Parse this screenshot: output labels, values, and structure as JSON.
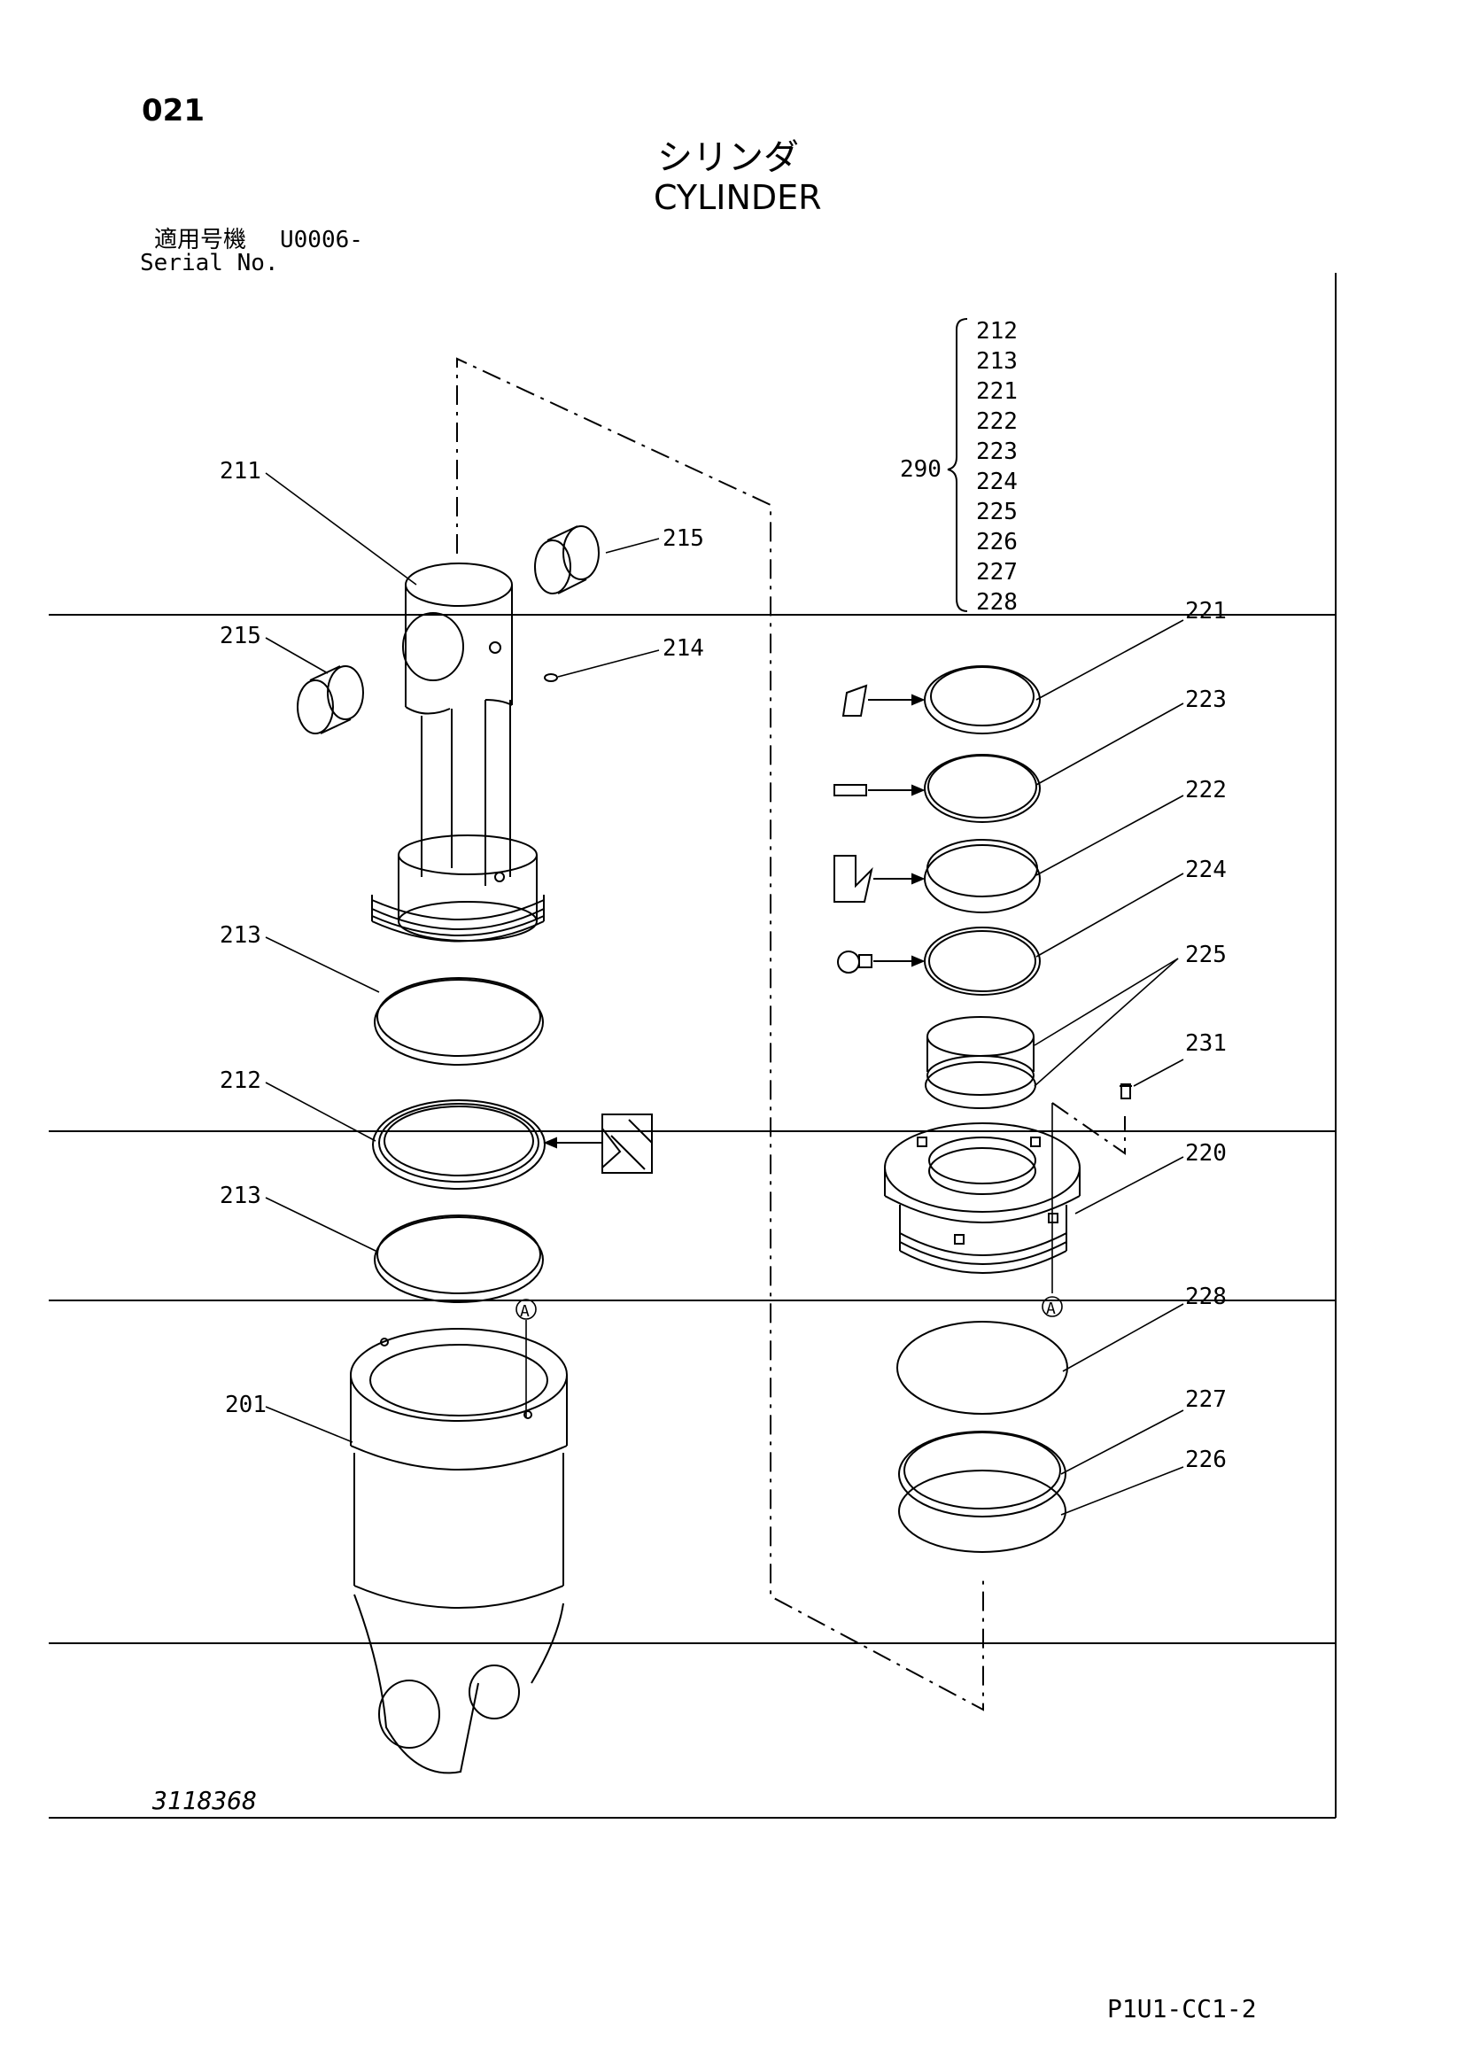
{
  "header": {
    "page_number": "021",
    "title_jp": "シリンダ",
    "title_en": "CYLINDER",
    "serial_label_jp": "適用号機",
    "serial_value": "U0006-",
    "serial_label_en": "Serial No."
  },
  "kit": {
    "number": "290",
    "members": [
      "212",
      "213",
      "221",
      "222",
      "223",
      "224",
      "225",
      "226",
      "227",
      "228"
    ]
  },
  "callouts": {
    "c211": "211",
    "c215a": "215",
    "c215b": "215",
    "c214": "214",
    "c213a": "213",
    "c212": "212",
    "c213b": "213",
    "c201": "201",
    "c221": "221",
    "c223": "223",
    "c222": "222",
    "c224": "224",
    "c225": "225",
    "c231": "231",
    "c220": "220",
    "c228": "228",
    "c227": "227",
    "c226": "226",
    "marker_a1": "A",
    "marker_a2": "A"
  },
  "footer": {
    "drawing_number": "3118368",
    "sheet_code": "P1U1-CC1-2"
  }
}
